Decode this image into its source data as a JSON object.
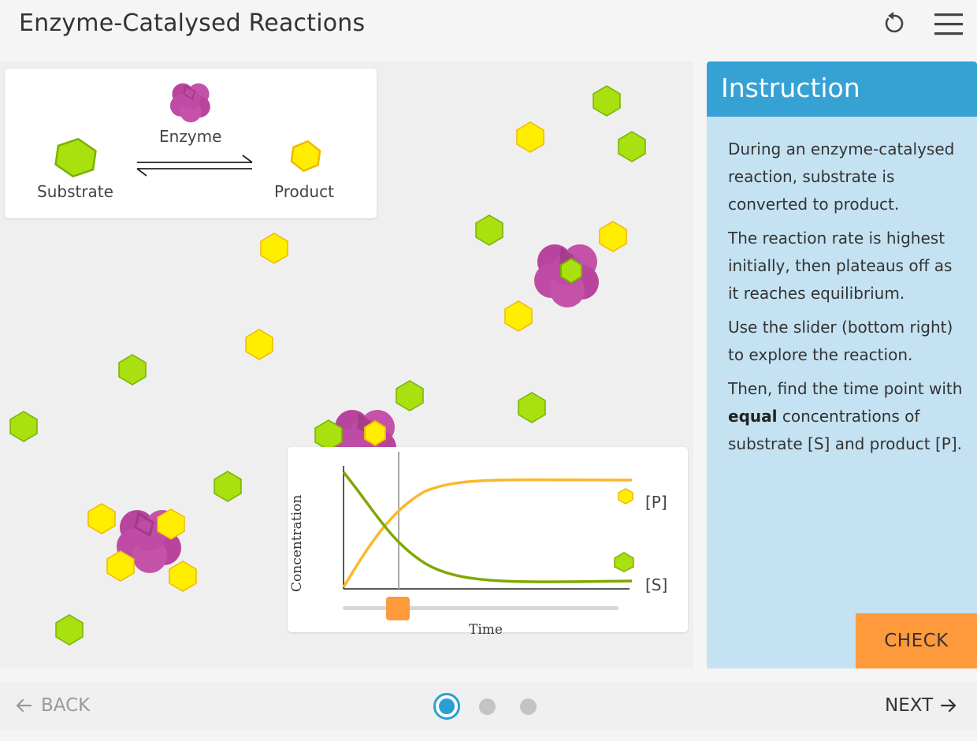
{
  "header": {
    "title": "Enzyme-Catalysed Reactions",
    "reset_icon": "reset-icon",
    "menu_icon": "hamburger-menu-icon"
  },
  "legend": {
    "substrate_label": "Substrate",
    "enzyme_label": "Enzyme",
    "product_label": "Product"
  },
  "graph": {
    "p_label": "[P]",
    "s_label": "[S]",
    "y_axis_label": "Concentration",
    "x_axis_label": "Time"
  },
  "instruction": {
    "title": "Instruction",
    "para1": "During an enzyme-catalysed reaction, substrate is converted to product.",
    "para2": "The reaction rate is highest initially, then plateaus off as it reaches equilibrium.",
    "para3": "Use the slider (bottom right) to explore the reaction.",
    "para4_pre": "Then, find the time point with ",
    "para4_bold": "equal",
    "para4_post": " concentrations of substrate [S] and product [P].",
    "check_label": "CHECK"
  },
  "footer": {
    "back_label": "BACK",
    "next_label": "NEXT",
    "page_count": 3,
    "current_page": 1
  },
  "colors": {
    "substrate": "#a8e010",
    "product": "#ffee00",
    "enzyme": "#c04ba6",
    "accent": "#36a1d3",
    "button": "#ff9a3c"
  },
  "slider": {
    "time_fraction": 0.2
  }
}
